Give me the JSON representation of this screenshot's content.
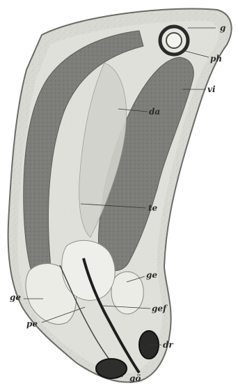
{
  "figure": {
    "labels": {
      "g": "g",
      "ph": "ph",
      "vi": "vi",
      "da": "da",
      "te": "te",
      "ge_right": "ge",
      "ge_left": "ge",
      "gef": "gef",
      "pe": "pe",
      "dr": "dr",
      "go": "gö"
    }
  }
}
